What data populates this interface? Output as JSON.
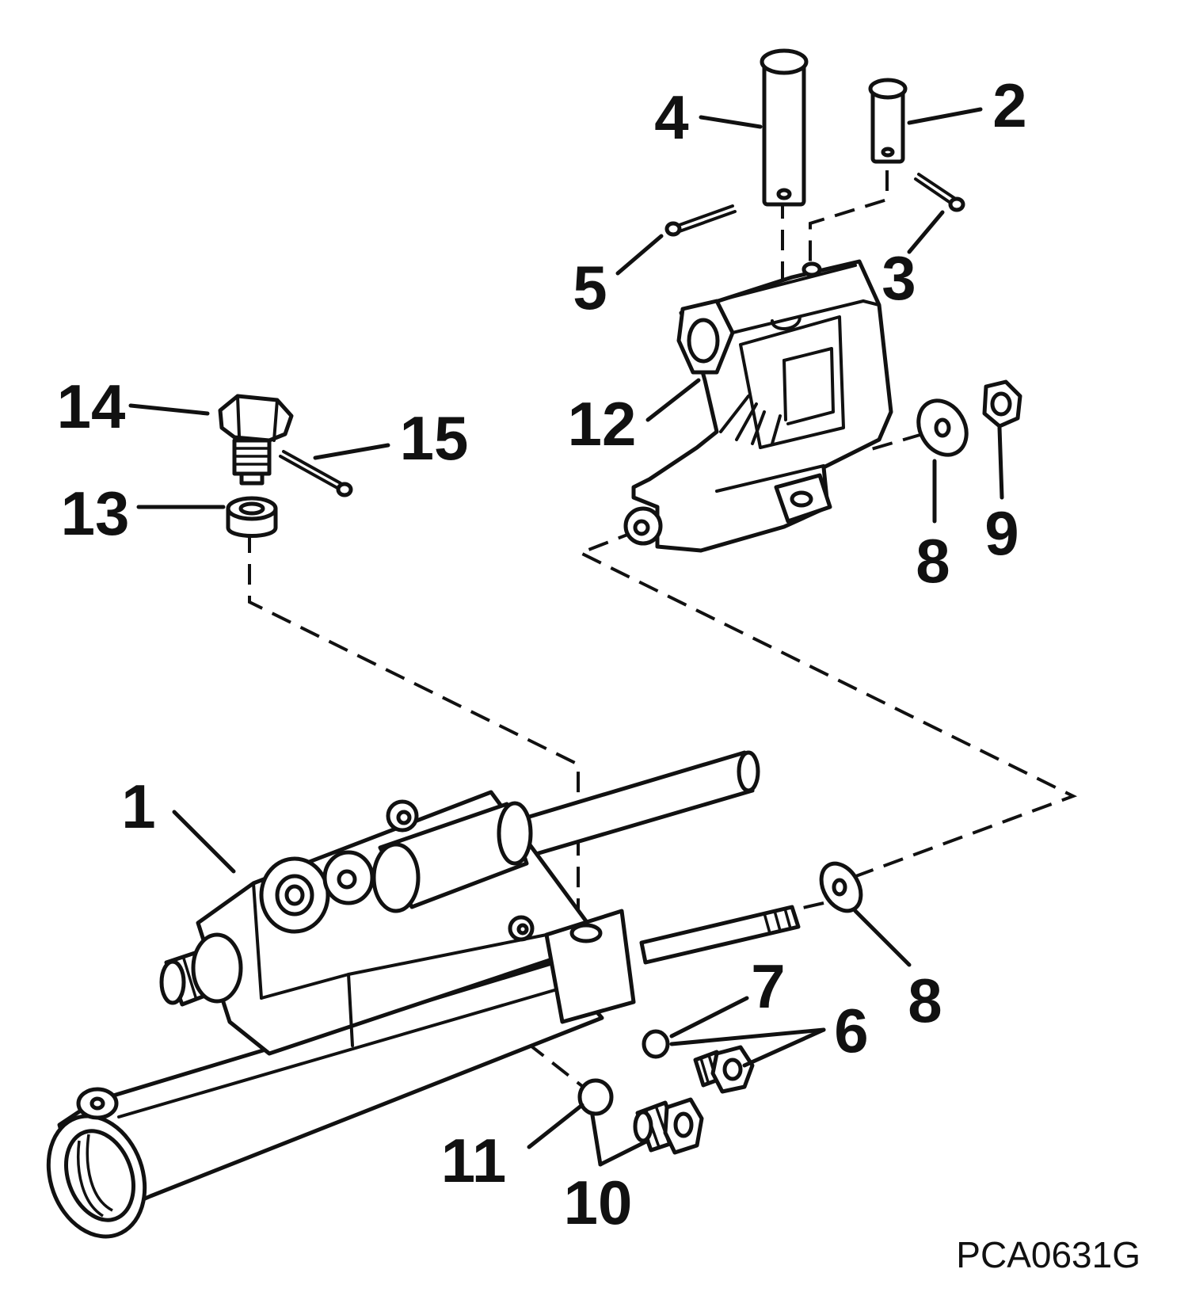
{
  "diagram": {
    "drawing_code": "PCA0631G",
    "callouts": [
      "1",
      "2",
      "3",
      "4",
      "5",
      "6",
      "7",
      "8",
      "8",
      "9",
      "10",
      "11",
      "12",
      "13",
      "14",
      "15"
    ]
  }
}
